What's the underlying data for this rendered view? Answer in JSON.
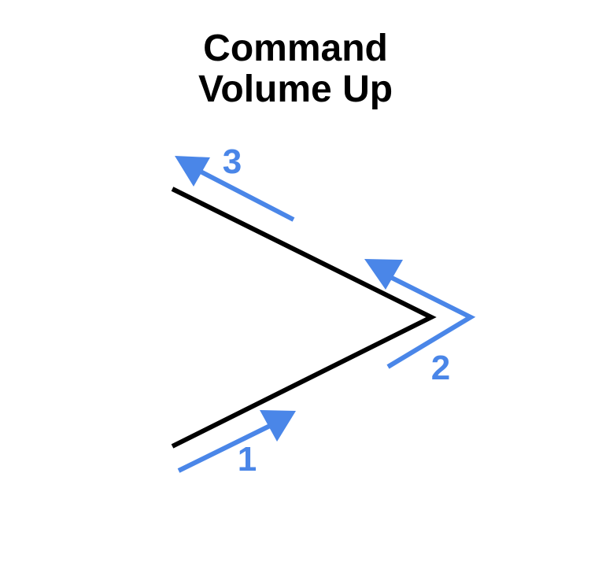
{
  "title": {
    "line1": "Command",
    "line2": "Volume Up"
  },
  "colors": {
    "gesture_path": "#000000",
    "arrow": "#4a86e8",
    "title": "#000000"
  },
  "steps": [
    {
      "label": "1",
      "icon": "arrow-up-right-icon"
    },
    {
      "label": "2",
      "icon": "arrow-up-left-icon"
    },
    {
      "label": "3",
      "icon": "arrow-up-left-icon"
    }
  ]
}
